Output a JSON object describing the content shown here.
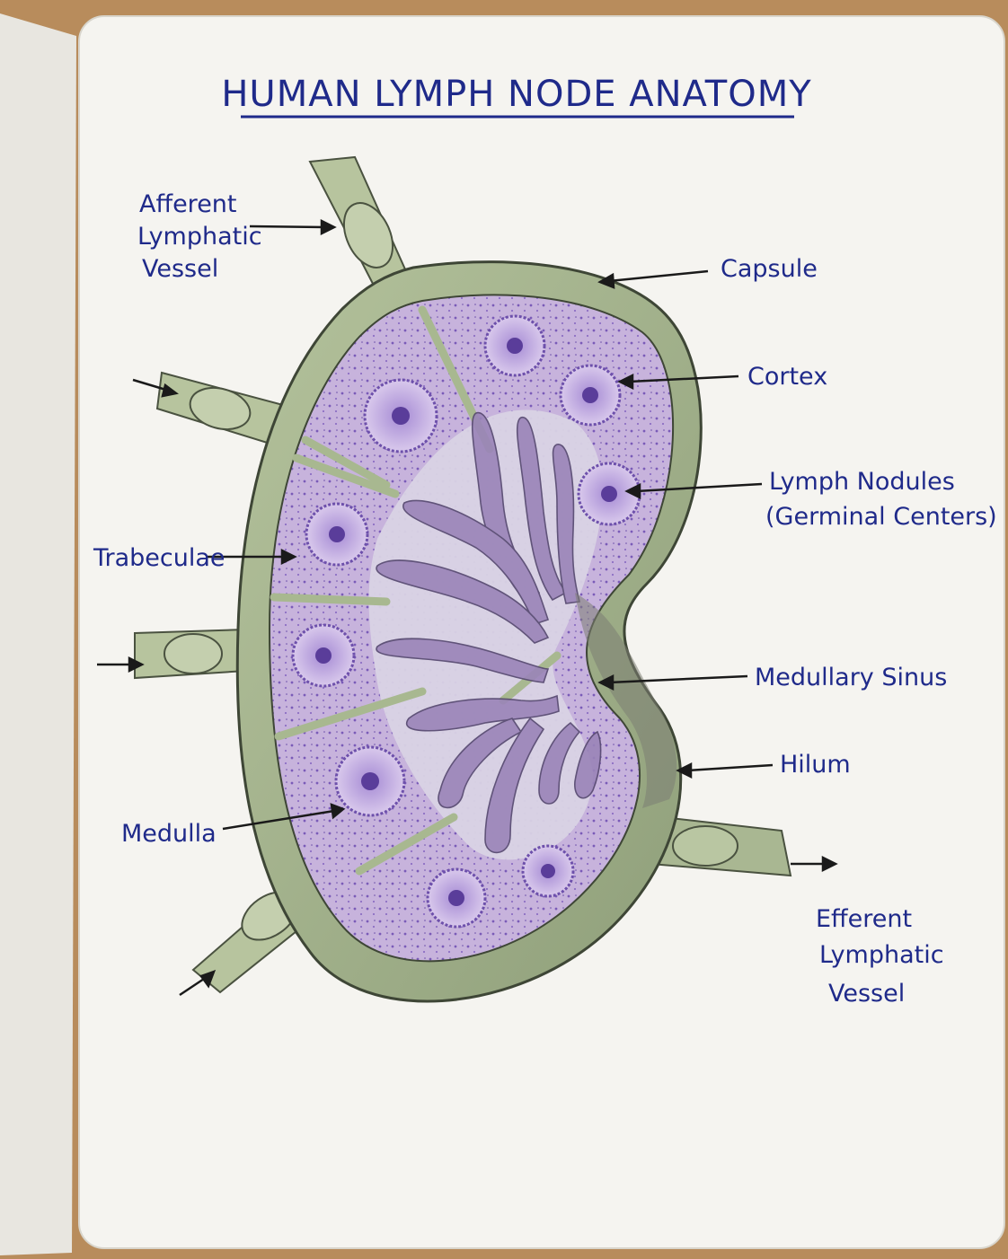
{
  "title": "HUMAN LYMPH NODE ANATOMY",
  "labels": {
    "afferent": [
      "Afferent",
      "Lymphatic",
      "Vessel"
    ],
    "capsule": "Capsule",
    "cortex": "Cortex",
    "nodules": [
      "Lymph Nodules",
      "(Germinal Centers)"
    ],
    "trabeculae": "Trabeculae",
    "medullary_sinus": "Medullary Sinus",
    "hilum": "Hilum",
    "medulla": "Medulla",
    "efferent": [
      "Efferent",
      "Lymphatic",
      "Vessel"
    ]
  },
  "colors": {
    "ink": "#1f2a8a",
    "capsule": "#a3b48c",
    "cortex": "#c7b3dc",
    "nodule": "#7a5bb8",
    "medulla": "#d9d3e4",
    "paper": "#f5f4f0",
    "desk": "#b88c5c"
  }
}
